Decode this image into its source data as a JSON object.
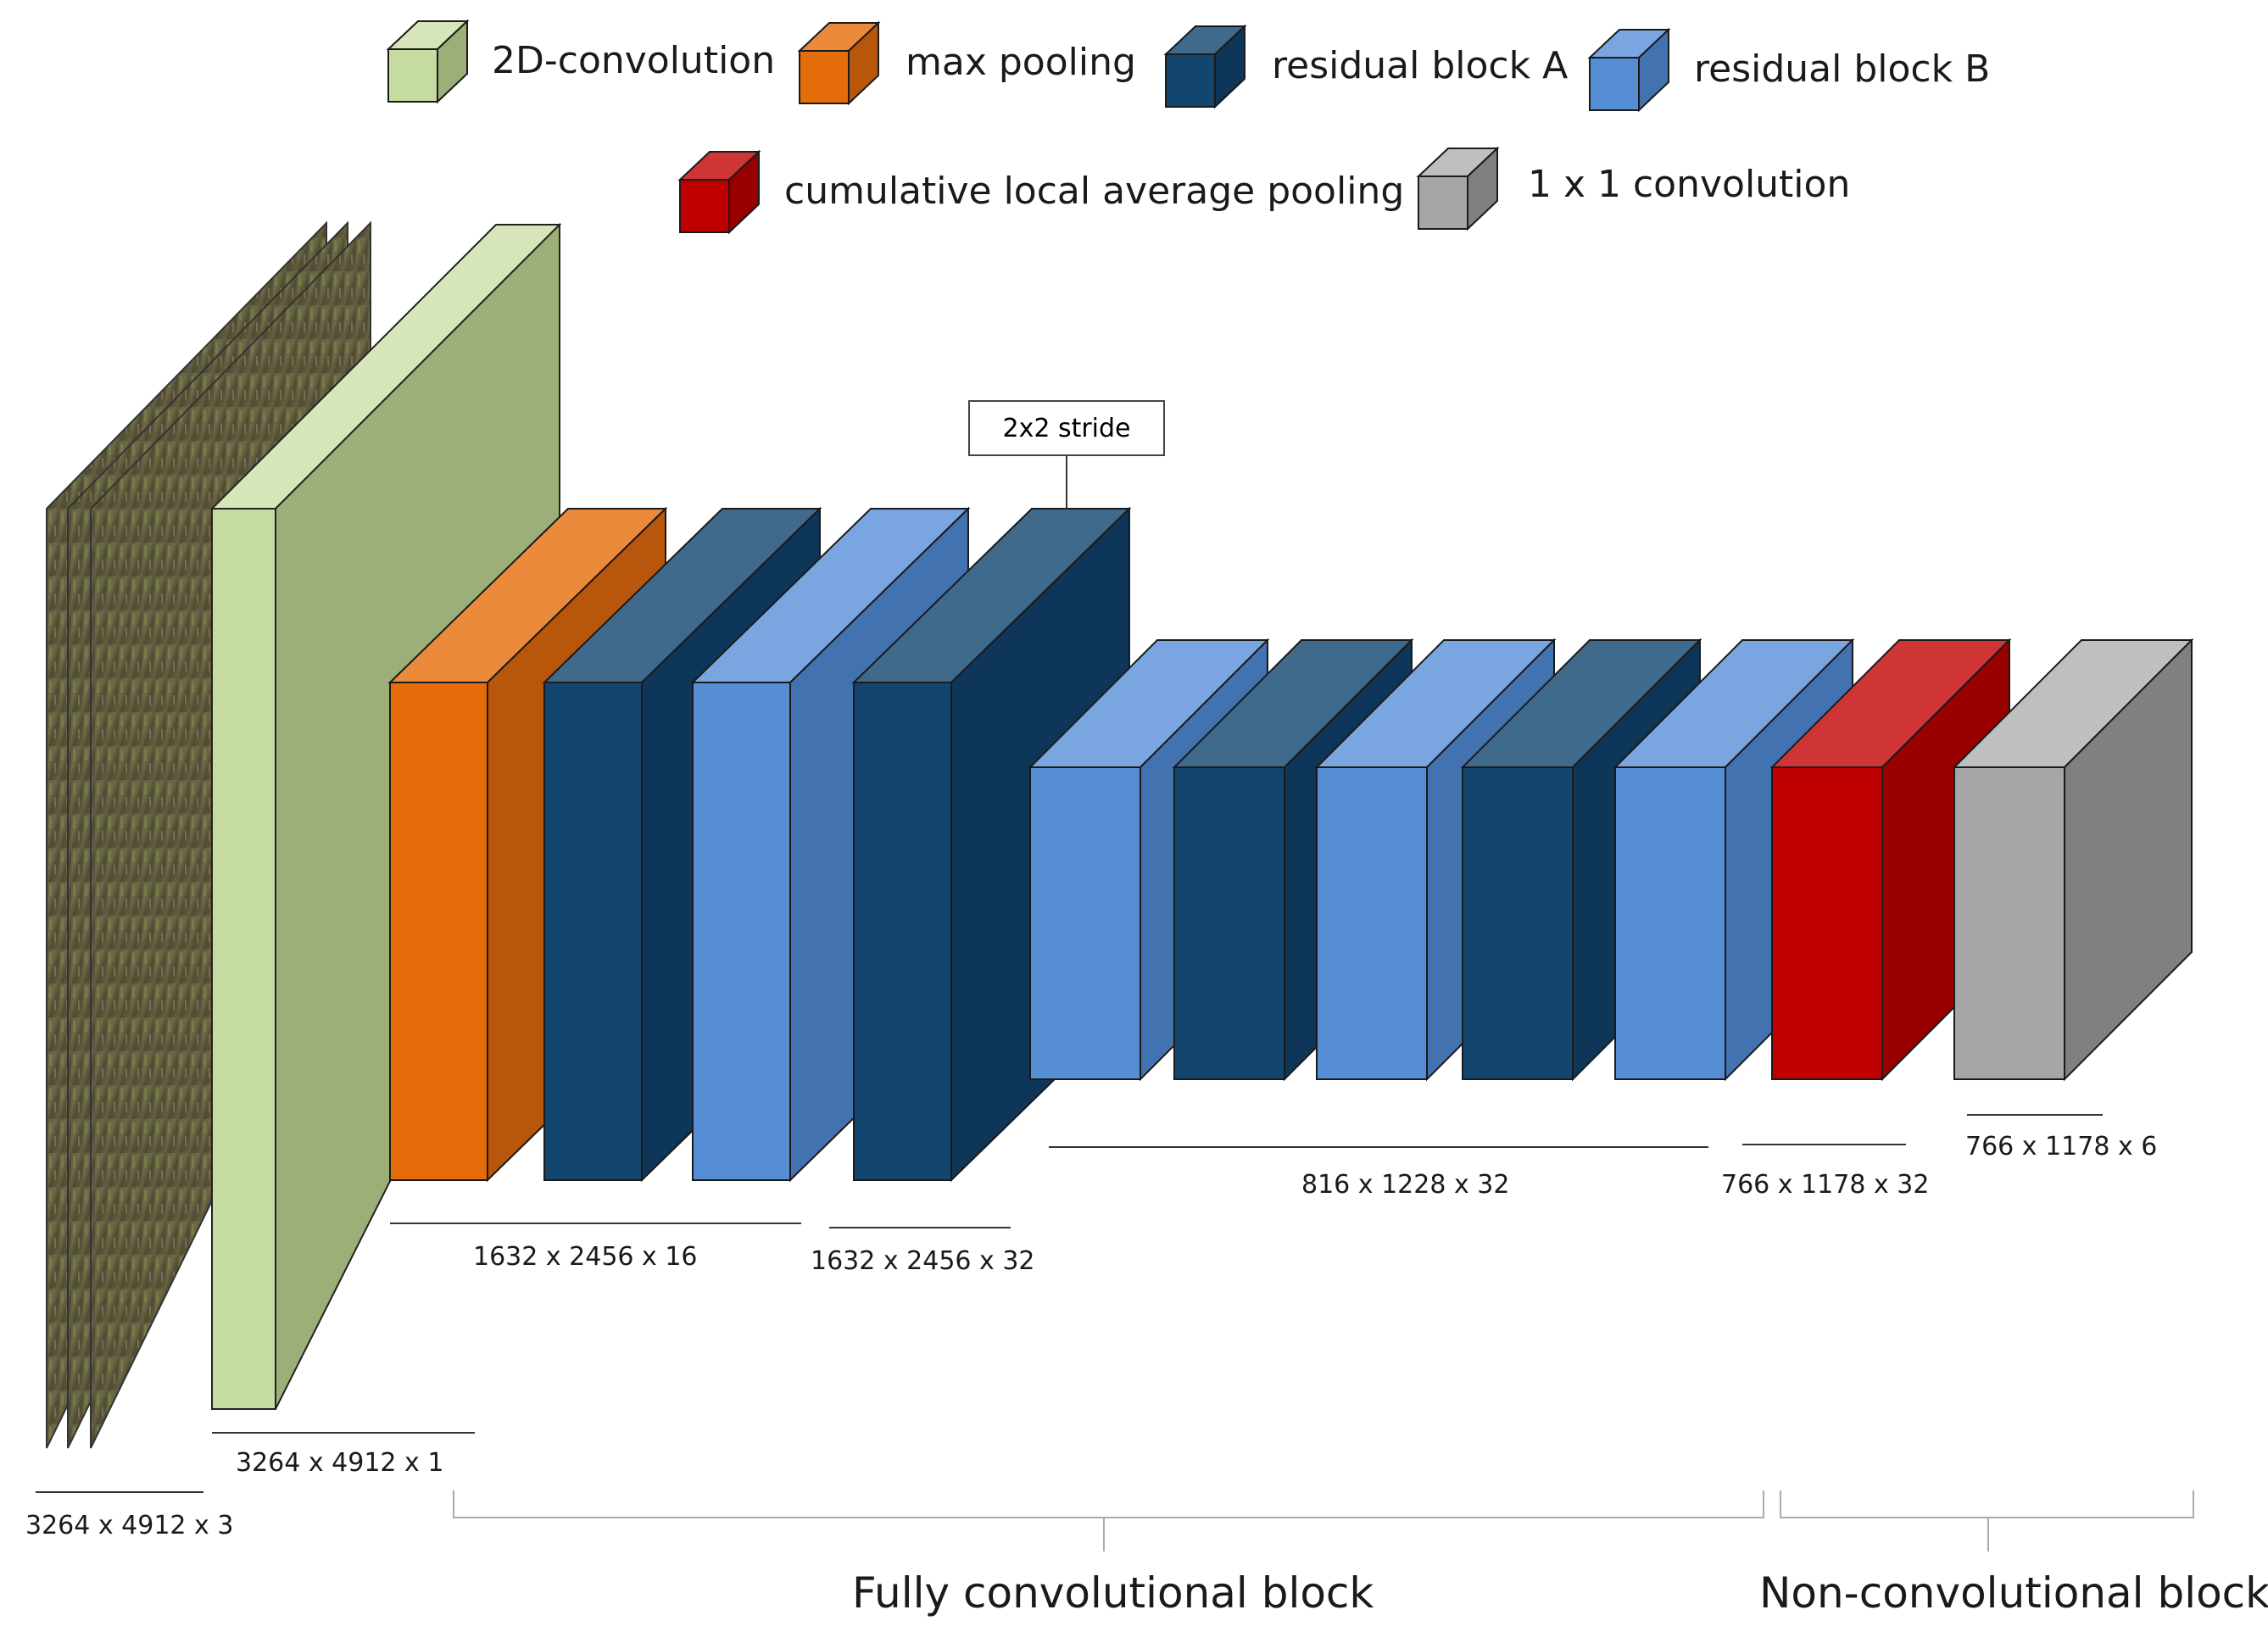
{
  "legend": [
    {
      "key": "conv2d",
      "label": "2D-convolution",
      "front": "#c5dba0",
      "side": "#9caf78",
      "top": "#d6e6b8"
    },
    {
      "key": "maxpool",
      "label": "max pooling",
      "front": "#e46c0a",
      "side": "#b8560b",
      "top": "#ec8a3c"
    },
    {
      "key": "resA",
      "label": "residual block A",
      "front": "#13466e",
      "side": "#0e3658",
      "top": "#3f6a8c"
    },
    {
      "key": "resB",
      "label": "residual block B",
      "front": "#558ed5",
      "side": "#4372b0",
      "top": "#79a6e0"
    },
    {
      "key": "clap",
      "label": "cumulative local average pooling",
      "front": "#c00000",
      "side": "#990000",
      "top": "#d03535"
    },
    {
      "key": "conv1x1",
      "label": "1 x 1 convolution",
      "front": "#a6a6a6",
      "side": "#808080",
      "top": "#bfbfbf"
    }
  ],
  "dimensions": {
    "input": "3264 x 4912 x 3",
    "conv": "3264 x 4912 x 1",
    "stage1": "1632 x 2456 x 16",
    "stage2": "1632 x 2456 x 32",
    "stage3": "816 x 1228 x 32",
    "stage4": "766 x 1178 x 32",
    "output": "766 x 1178 x 6"
  },
  "annotation": {
    "stride": "2x2 stride"
  },
  "blocks": {
    "fully_conv": "Fully convolutional block",
    "non_conv": "Non-convolutional block"
  }
}
